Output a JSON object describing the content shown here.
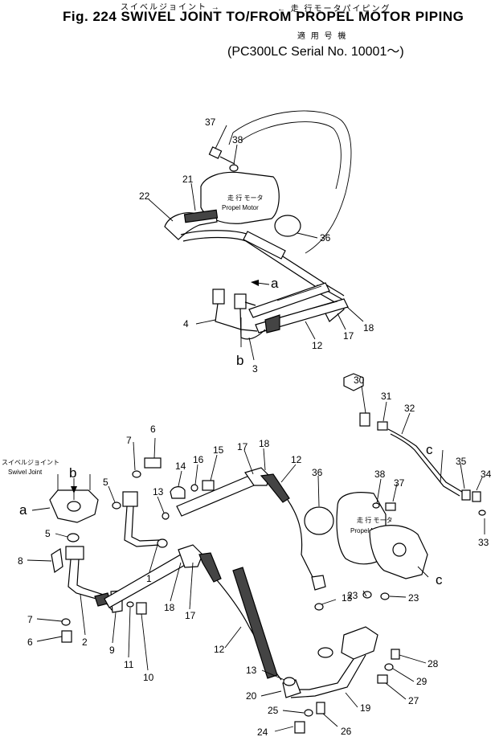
{
  "header": {
    "jp_line1_left": "スイベルジョイント →",
    "jp_line1_right": "← 走 行モータパイピング",
    "title": "Fig. 224 SWIVEL JOINT TO/FROM PROPEL MOTOR PIPING",
    "jp_applicable": "適 用 号 機",
    "serial": "PC300LC Serial No. 10001～"
  },
  "labels": {
    "propel_jp": "走 行 モータ",
    "propel_en": "Propel Motor",
    "swivel_jp": "スイベルジョイント",
    "swivel_en": "Swivel Joint"
  },
  "callouts": {
    "top_37": "37",
    "top_38": "38",
    "top_21": "21",
    "top_22": "22",
    "top_36": "36",
    "top_a": "a",
    "top_4": "4",
    "top_b": "b",
    "top_3": "3",
    "top_12": "12",
    "top_17": "17",
    "top_18": "18",
    "r_30": "30",
    "r_31": "31",
    "r_32": "32",
    "r_c": "c",
    "r_35": "35",
    "r_34": "34",
    "r_33": "33",
    "r_38": "38",
    "r_37": "37",
    "r_c2": "c",
    "r_23a": "23",
    "r_23b": "23",
    "r_28": "28",
    "r_29": "29",
    "r_27": "27",
    "r_19": "19",
    "r_26": "26",
    "r_24": "24",
    "r_25": "25",
    "r_20": "20",
    "r_13a": "13",
    "r_13b": "13",
    "m_6": "6",
    "m_7": "7",
    "m_b": "b",
    "m_5": "5",
    "m_a": "a",
    "m_13": "13",
    "m_14": "14",
    "m_16": "16",
    "m_15": "15",
    "m_17": "17",
    "m_18": "18",
    "m_12": "12",
    "m_36": "36",
    "m_1": "1",
    "m_5b": "5",
    "m_8": "8",
    "m_7b": "7",
    "m_6b": "6",
    "m_2": "2",
    "m_9": "9",
    "m_11": "11",
    "m_10": "10",
    "m_18b": "18",
    "m_17b": "17",
    "m_12b": "12"
  }
}
